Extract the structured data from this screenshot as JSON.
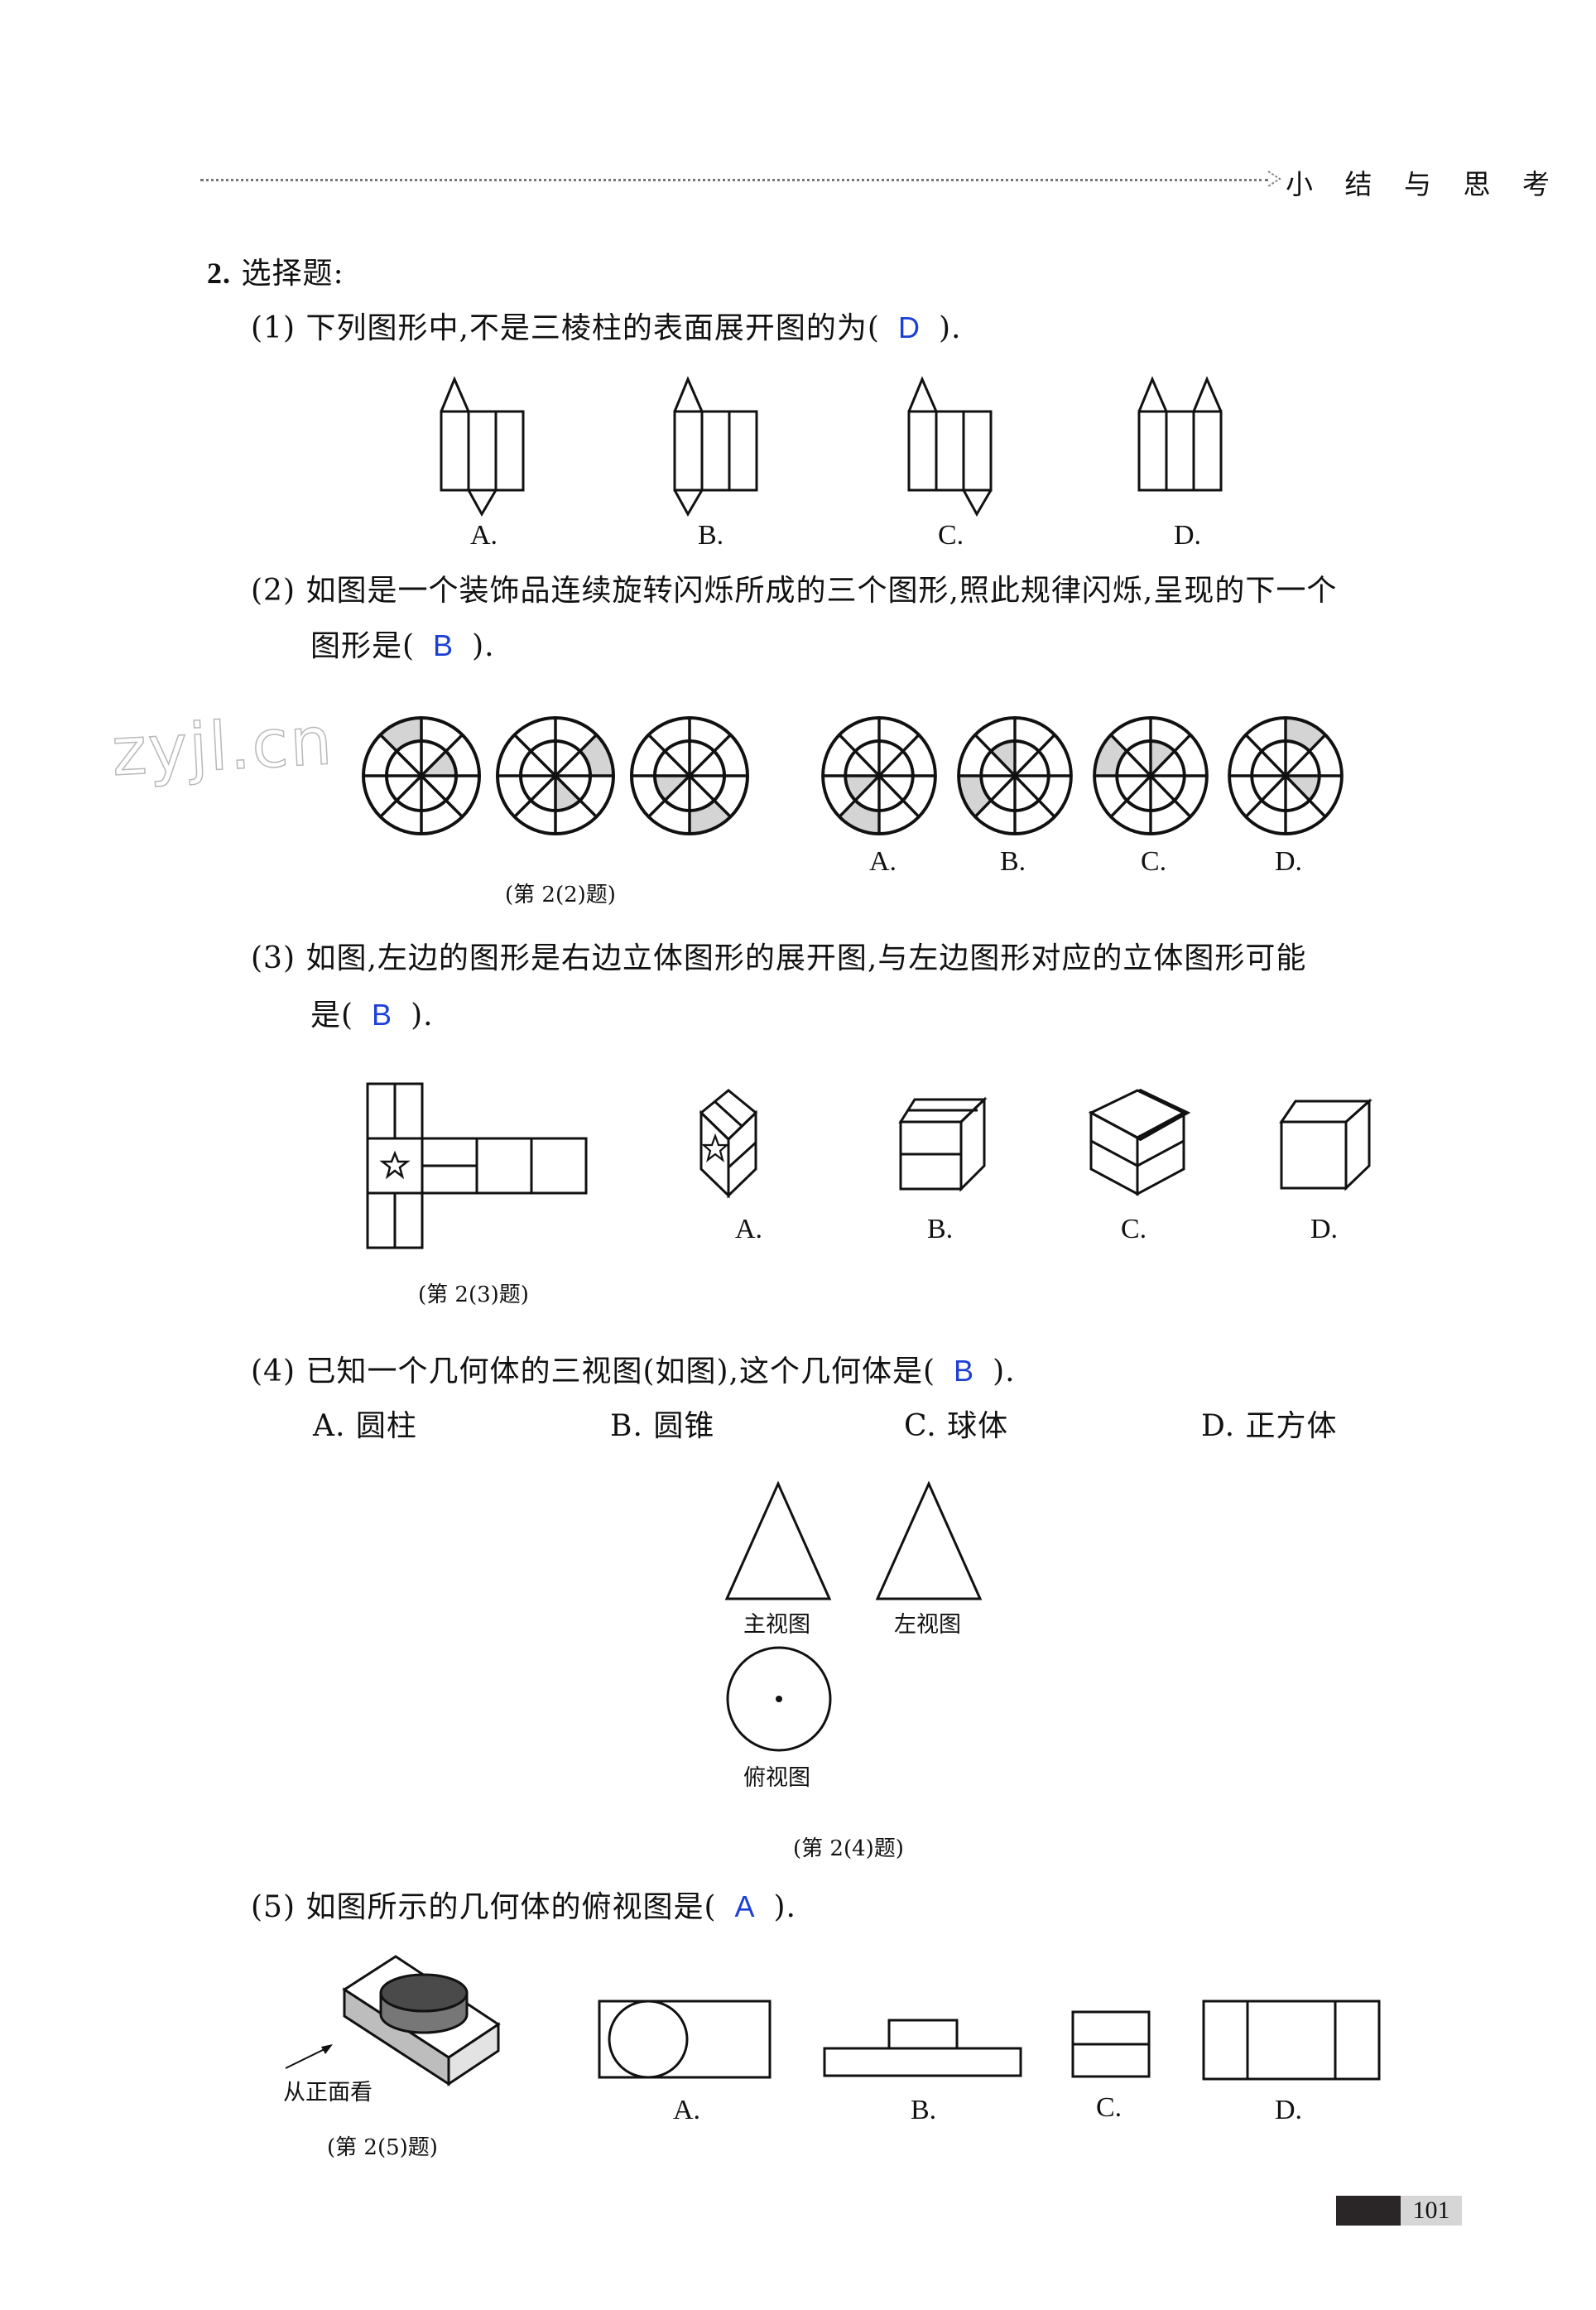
{
  "header": {
    "section_title": "小 结 与 思 考"
  },
  "watermark": "zyjl.cn",
  "section": {
    "number": "2.",
    "title": "选择题:"
  },
  "questions": [
    {
      "id": "1",
      "prefix": "(1)",
      "text_before": "下列图形中,不是三棱柱的表面展开图的为(",
      "answer": "D",
      "text_after": ").",
      "options": [
        "A.",
        "B.",
        "C.",
        "D."
      ]
    },
    {
      "id": "2",
      "prefix": "(2)",
      "text_line1": "如图是一个装饰品连续旋转闪烁所成的三个图形,照此规律闪烁,呈现的下一个",
      "text_before": "图形是(",
      "answer": "B",
      "text_after": ").",
      "caption": "(第 2(2)题)",
      "options": [
        "A.",
        "B.",
        "C.",
        "D."
      ]
    },
    {
      "id": "3",
      "prefix": "(3)",
      "text_line1": "如图,左边的图形是右边立体图形的展开图,与左边图形对应的立体图形可能",
      "text_before": "是(",
      "answer": "B",
      "text_after": ").",
      "caption": "(第 2(3)题)",
      "options": [
        "A.",
        "B.",
        "C.",
        "D."
      ]
    },
    {
      "id": "4",
      "prefix": "(4)",
      "text_before": "已知一个几何体的三视图(如图),这个几何体是(",
      "answer": "B",
      "text_after": ").",
      "choices": [
        "A.  圆柱",
        "B.  圆锥",
        "C.  球体",
        "D.  正方体"
      ],
      "view_labels": {
        "front": "主视图",
        "left": "左视图",
        "top": "俯视图"
      },
      "caption": "(第 2(4)题)"
    },
    {
      "id": "5",
      "prefix": "(5)",
      "text_before": "如图所示的几何体的俯视图是(",
      "answer": "A",
      "text_after": ").",
      "arrow_label": "从正面看",
      "caption": "(第 2(5)题)",
      "options": [
        "A.",
        "B.",
        "C.",
        "D."
      ]
    }
  ],
  "page_number": "101",
  "colors": {
    "answer": "#1c3fd6",
    "text": "#111111",
    "shade": "#d4d4d4"
  }
}
